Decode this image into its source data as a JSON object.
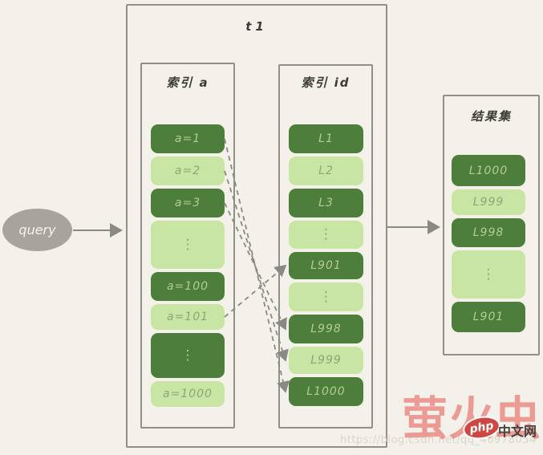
{
  "query": {
    "label": "query"
  },
  "table": {
    "title": "t1",
    "columns": [
      {
        "id": "index_a",
        "title": "索引 a",
        "cells": [
          {
            "id": "a1",
            "label": "a=1",
            "tone": "dark"
          },
          {
            "id": "a2",
            "label": "a=2",
            "tone": "light"
          },
          {
            "id": "a3",
            "label": "a=3",
            "tone": "dark"
          },
          {
            "id": "adots1",
            "label": "⋮",
            "tone": "light"
          },
          {
            "id": "a100",
            "label": "a=100",
            "tone": "dark"
          },
          {
            "id": "a101",
            "label": "a=101",
            "tone": "light"
          },
          {
            "id": "adots2",
            "label": "⋮",
            "tone": "dark"
          },
          {
            "id": "a1000",
            "label": "a=1000",
            "tone": "light"
          }
        ]
      },
      {
        "id": "index_id",
        "title": "索引 id",
        "cells": [
          {
            "id": "L1",
            "label": "L1",
            "tone": "dark"
          },
          {
            "id": "L2",
            "label": "L2",
            "tone": "light"
          },
          {
            "id": "L3",
            "label": "L3",
            "tone": "dark"
          },
          {
            "id": "iddots1",
            "label": "⋮",
            "tone": "light"
          },
          {
            "id": "L901",
            "label": "L901",
            "tone": "dark"
          },
          {
            "id": "iddots2",
            "label": "⋮",
            "tone": "light"
          },
          {
            "id": "L998",
            "label": "L998",
            "tone": "dark"
          },
          {
            "id": "L999",
            "label": "L999",
            "tone": "light"
          },
          {
            "id": "L1000",
            "label": "L1000",
            "tone": "dark"
          }
        ]
      }
    ]
  },
  "result": {
    "title": "结果集",
    "cells": [
      {
        "id": "rL1000",
        "label": "L1000",
        "tone": "dark"
      },
      {
        "id": "rL999",
        "label": "L999",
        "tone": "light"
      },
      {
        "id": "rL998",
        "label": "L998",
        "tone": "dark"
      },
      {
        "id": "rdots",
        "label": "⋮",
        "tone": "light"
      },
      {
        "id": "rL901",
        "label": "L901",
        "tone": "dark"
      }
    ]
  },
  "links": [
    {
      "from": "a1",
      "to": "L1000"
    },
    {
      "from": "a2",
      "to": "L999"
    },
    {
      "from": "a3",
      "to": "L998"
    },
    {
      "from": "a101",
      "to": "L901"
    }
  ],
  "colors": {
    "background": "#f3f1ea",
    "cell_dark": "#4d7e3b",
    "cell_light": "#c8e5a4",
    "text_on_dark": "#b3cc97",
    "text_on_light": "#8fa578",
    "box_border": "#908f89",
    "arrow": "#8a8a84",
    "watermark_red": "#e87873"
  },
  "watermark": {
    "brand_text": "萤火虫",
    "logo_text": "php",
    "logo_suffix": "中文网",
    "url": "https://blog.csdn.net/qq_40978054"
  }
}
